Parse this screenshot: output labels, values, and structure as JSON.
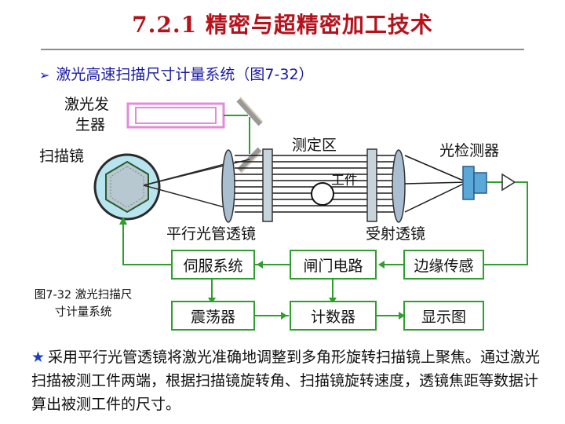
{
  "title": "7.2.1  精密与超精密加工技术",
  "bullet": "激光高速扫描尺寸计量系统（图7-32）",
  "labels": {
    "laser_line1": "激光发",
    "laser_line2": "生器",
    "scan_mirror": "扫描镜",
    "measure_zone": "测定区",
    "detector": "光检测器",
    "workpiece": "工件",
    "parallel_lens": "平行光管透镜",
    "receive_lens": "受射透镜"
  },
  "boxes": {
    "servo": "伺服系统",
    "gate": "闸门电路",
    "edge": "边缘传感",
    "oscillator": "震荡器",
    "counter": "计数器",
    "display": "显示图"
  },
  "caption_line1": "图7-32  激光扫描尺",
  "caption_line2": "寸计量系统",
  "note": {
    "star": "★",
    "text": "采用平行光管透镜将激光准确地调整到多角形旋转扫描镜上聚焦。通过激光扫描被测工件两端，根据扫描镜旋转角、扫描镜旋转速度，透镜焦距等数据计算出被测工件的尺寸。"
  },
  "colors": {
    "title": "#b5121b",
    "bullet": "#1a1aa0",
    "line_green": "#2f9e2f",
    "laser_pink": "#e58ad9",
    "lens_fill": "#a9bfd1"
  }
}
